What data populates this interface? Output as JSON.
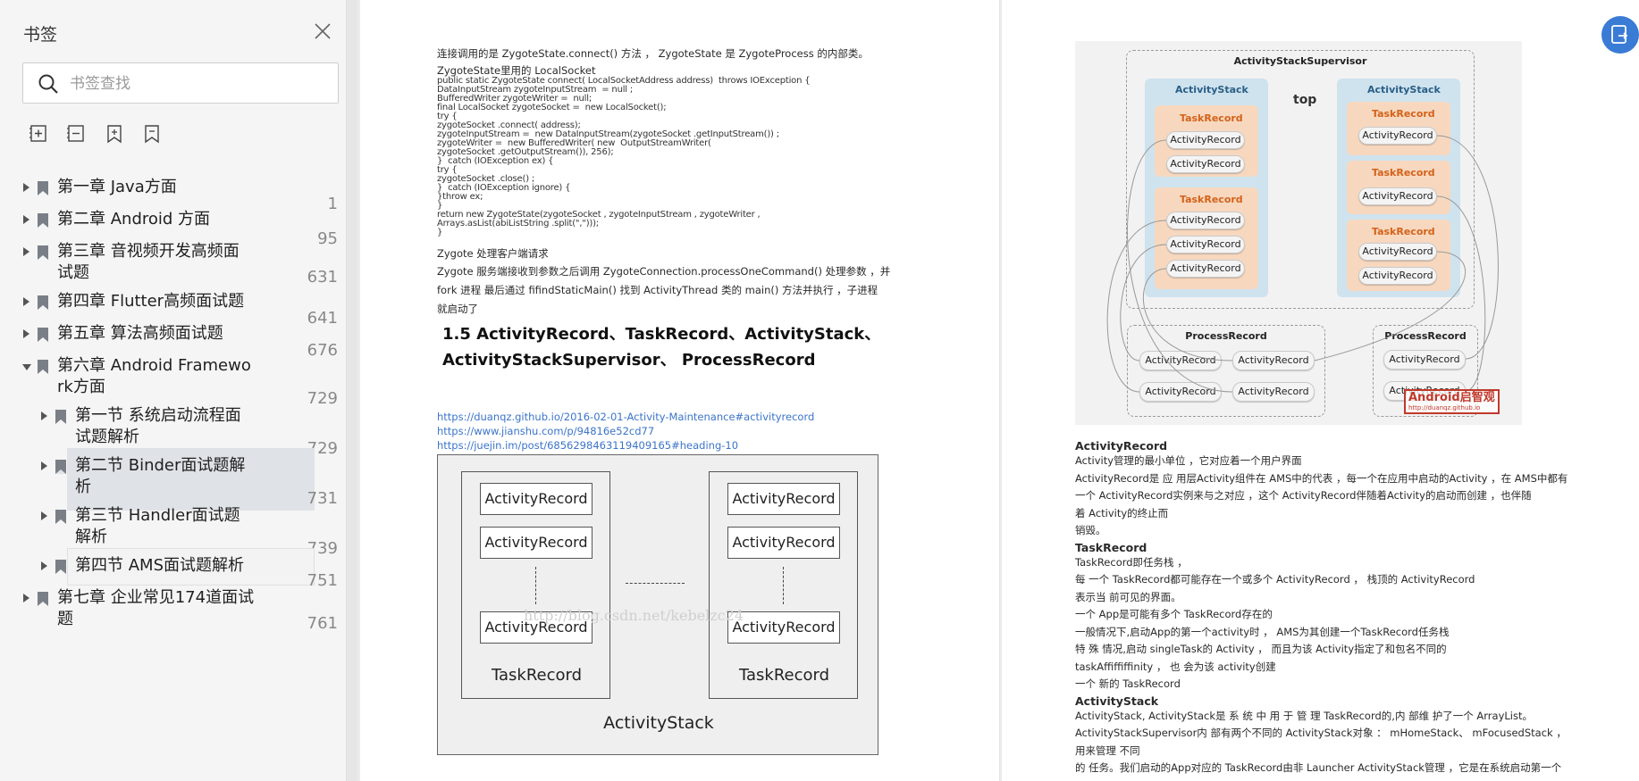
{
  "sidebar": {
    "title": "书签",
    "search_placeholder": "书签查找",
    "tools": [
      "add-bookmark-icon",
      "remove-bookmark-icon",
      "bookmark-add-icon",
      "bookmark-icon"
    ],
    "items": [
      {
        "label": "第一章 Java方面",
        "page": "1",
        "level": 0,
        "expanded": false
      },
      {
        "label": "第二章 Android 方面",
        "page": "95",
        "level": 0,
        "expanded": false
      },
      {
        "label": "第三章 音视频开发高频面",
        "label2": "试题",
        "page": "631",
        "level": 0,
        "expanded": false
      },
      {
        "label": "第四章 Flutter高频面试题",
        "page": "641",
        "level": 0,
        "expanded": false
      },
      {
        "label": "第五章 算法高频面试题",
        "page": "676",
        "level": 0,
        "expanded": false
      },
      {
        "label": "第六章 Android Framewo",
        "label2": "rk方面",
        "page": "729",
        "level": 0,
        "expanded": true
      },
      {
        "label": "第一节 系统启动流程面",
        "label2": "试题解析",
        "page": "729",
        "level": 1,
        "expanded": false
      },
      {
        "label": "第二节 Binder面试题解",
        "label2": "析",
        "page": "731",
        "level": 1,
        "expanded": false
      },
      {
        "label": "第三节 Handler面试题",
        "label2": "解析",
        "page": "739",
        "level": 1,
        "expanded": false
      },
      {
        "label": "第四节 AMS面试题解析",
        "page": "751",
        "level": 1,
        "expanded": false
      },
      {
        "label": "第七章 企业常见174道面试",
        "label2": "题",
        "page": "761",
        "level": 0,
        "expanded": false
      }
    ]
  },
  "left_page": {
    "intro": "连接调用的是  ZygoteState.connect()  方法  ，  ZygoteState  是  ZygoteProcess  的内部类。",
    "localsocket_label": "ZygoteState里用的  LocalSocket",
    "code": "public static ZygoteState connect( LocalSocketAddress address)  throws IOException {\nDataInputStream zygoteInputStream  = null ;\nBufferedWriter zygoteWriter =  null;\nfinal LocalSocket zygoteSocket =  new LocalSocket();\ntry {\nzygoteSocket .connect( address);\nzygoteInputStream =  new DataInputStream(zygoteSocket .getInputStream()) ;\nzygoteWriter =  new BufferedWriter( new  OutputStreamWriter(\nzygoteSocket .getOutputStream()), 256);\n}  catch (IOException ex) {\ntry {\nzygoteSocket .close() ;\n}  catch (IOException ignore) {\n}throw ex;\n}\nreturn new ZygoteState(zygoteSocket , zygoteInputStream , zygoteWriter ,\nArrays.asList(abiListString .split(\",\")));\n}",
    "zygote_label": "Zygote  处理客户端请求",
    "para1": "Zygote  服务端接收到参数之后调用   ZygoteConnection.processOneCommand()  处理参数  ，并",
    "para2": "fork  进程  最后通过   fifindStaticMain()  找到   ActivityThread  类的   main()  方法并执行  ，子进程",
    "para3": "就启动了",
    "heading1": "1.5 ActivityRecord、TaskRecord、ActivityStack、",
    "heading2": "ActivityStackSupervisor、      ProcessRecord",
    "links": [
      "https://duanqz.github.io/2016-02-01-Activity-Maintenance#activityrecord",
      "https://www.jianshu.com/p/94816e52cd77",
      "https://juejin.im/post/6856298463119409165#heading-10"
    ],
    "figure": {
      "activity_record": "ActivityRecord",
      "task_record": "TaskRecord",
      "activity_stack": "ActivityStack",
      "watermark": "http://blog.csdn.net/kebelzc24"
    }
  },
  "right_page": {
    "diagram": {
      "supervisor": "ActivityStackSupervisor",
      "activity_stack": "ActivityStack",
      "task_record": "TaskRecord",
      "activity_record": "ActivityRecord",
      "process_record": "ProcessRecord",
      "top": "top",
      "stamp": "Android启智观",
      "stamp_url": "http://duanqz.github.io"
    },
    "lines": [
      {
        "text": "ActivityRecord",
        "bold": true
      },
      {
        "text": "Activity管理的最小单位  ，它对应着一个用户界面",
        "bold": false
      },
      {
        "text": "ActivityRecord是 应 用层Activity组件在 AMS中的代表  ，每一个在应用中启动的Activity  ，在 AMS中都有",
        "bold": false
      },
      {
        "text": "一个        ActivityRecord实例来与之对应  ，这个 ActivityRecord伴随着Activity的启动而创建  ，也伴随",
        "bold": false
      },
      {
        "text": "着 Activity的终止而",
        "bold": false
      },
      {
        "text": "销毁。",
        "bold": false
      },
      {
        "text": "TaskRecord",
        "bold": true
      },
      {
        "text": "TaskRecord即任务栈  ，",
        "bold": false
      },
      {
        "text": "每 一个 TaskRecord都可能存在一个或多个 ActivityRecord  ，  栈顶的 ActivityRecord",
        "bold": false
      },
      {
        "text": "表示当  前可见的界面。",
        "bold": false
      },
      {
        "text": "一个 App是可能有多个 TaskRecord存在的",
        "bold": false
      },
      {
        "text": "一般情况下,启动App的第一个activity时  ，  AMS为其创建一个TaskRecord任务栈",
        "bold": false
      },
      {
        "text": "特 殊 情况,启动 singleTask的 Activity  ，  而且为该 Activity指定了和包名不同的",
        "bold": false
      },
      {
        "text": "taskAffiffiffinity  ，   也 会为该 activity创建",
        "bold": false
      },
      {
        "text": "一个 新的 TaskRecord",
        "bold": false
      },
      {
        "text": "ActivityStack",
        "bold": true
      },
      {
        "text": "ActivityStack, ActivityStack是 系 统 中 用 于 管 理 TaskRecord的,内 部维 护了一个 ArrayList。",
        "bold": false
      },
      {
        "text": "ActivityStackSupervisor内 部有两个不同的 ActivityStack对象  ：  mHomeStack、      mFocusedStack  ，",
        "bold": false
      },
      {
        "text": "用来管理  不同",
        "bold": false
      },
      {
        "text": "的 任务。我们启动的App对应的 TaskRecord由非 Launcher ActivityStack管理  ，它是在系统启动第一个",
        "bold": false
      }
    ]
  }
}
